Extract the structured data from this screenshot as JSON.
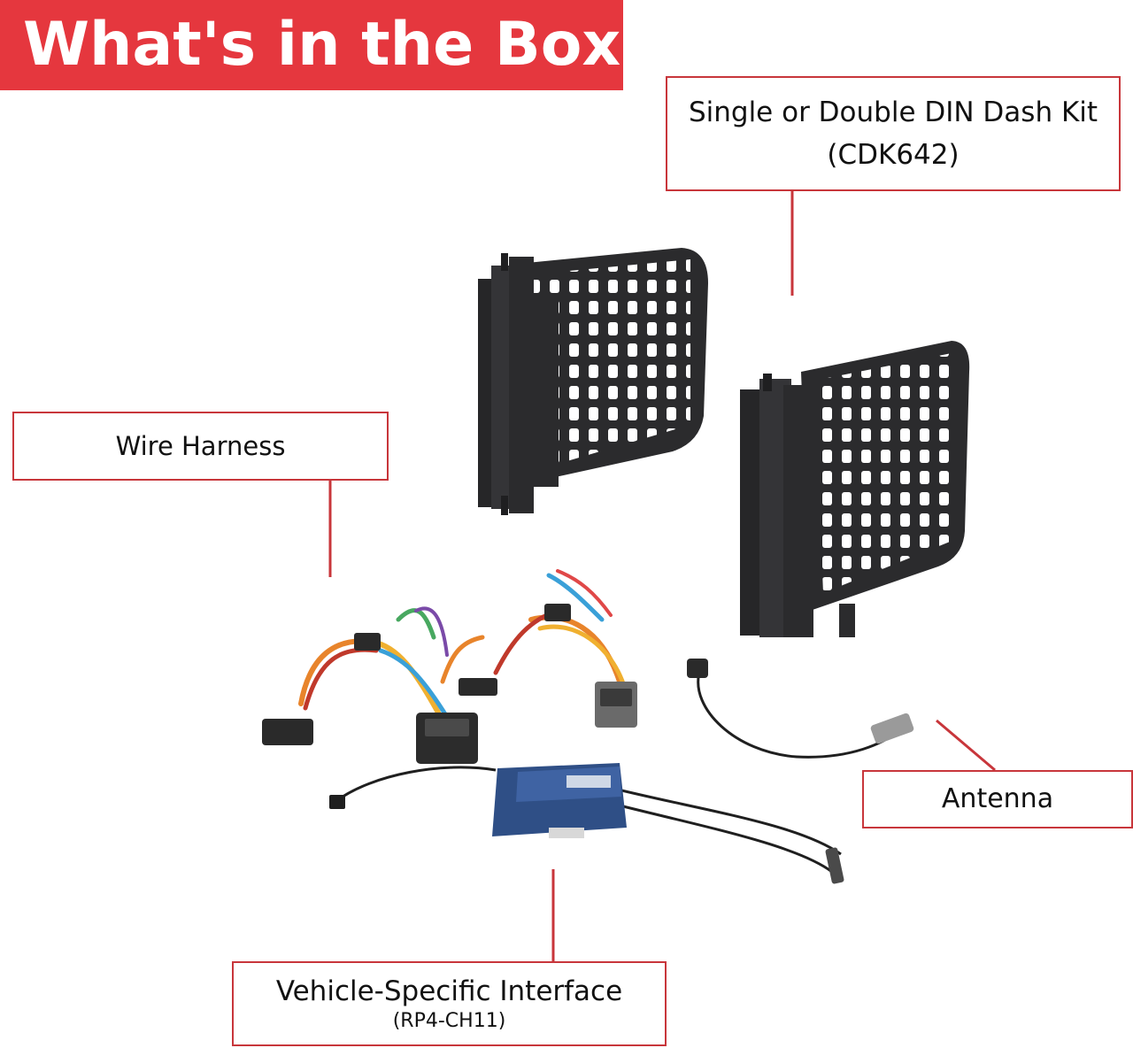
{
  "banner": {
    "title": "What's in the Box"
  },
  "labels": {
    "dash_kit": {
      "line1": "Single or Double DIN Dash Kit",
      "line2": "(CDK642)"
    },
    "wire_harness": {
      "line1": "Wire Harness"
    },
    "antenna": {
      "line1": "Antenna"
    },
    "interface": {
      "line1": "Vehicle-Specific Interface",
      "line2": "(RP4-CH11)"
    }
  },
  "colors": {
    "accent": "#e5373e",
    "leader": "#c8363b",
    "plastic": "#2b2b2d",
    "module": "#2f4f86"
  },
  "icons": [
    "dash-kit-bracket-left-icon",
    "dash-kit-bracket-right-icon",
    "wire-harness-icon",
    "antenna-adapter-icon",
    "interface-module-icon"
  ]
}
